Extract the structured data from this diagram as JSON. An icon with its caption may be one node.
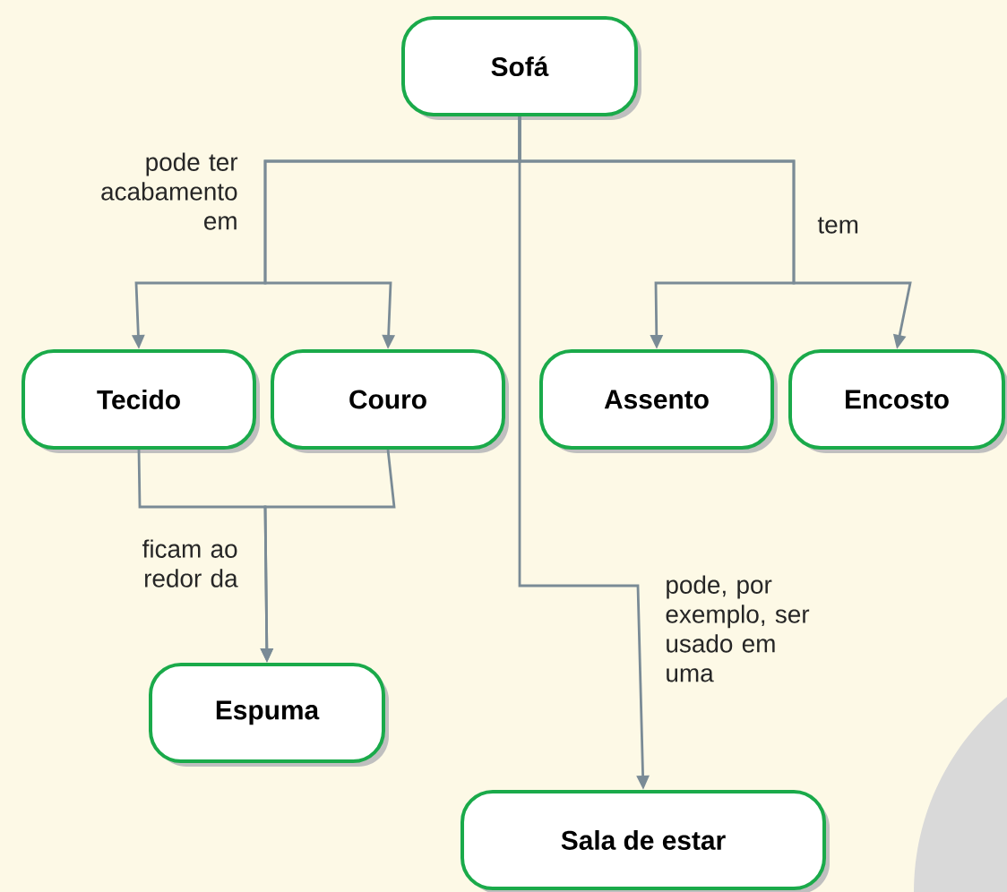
{
  "diagram": {
    "nodes": [
      {
        "text": [
          "Sofá"
        ]
      },
      {
        "text": [
          "Tecido"
        ]
      },
      {
        "text": [
          "Couro"
        ]
      },
      {
        "text": [
          "Assento"
        ]
      },
      {
        "text": [
          "Encosto"
        ]
      },
      {
        "text": [
          "Espuma"
        ]
      },
      {
        "text": [
          "Sala de estar"
        ]
      }
    ],
    "edges": [
      {
        "from": 0,
        "to": 1,
        "arrow": "to",
        "label": "pode ter acabamento em"
      },
      {
        "from": 0,
        "to": 2,
        "arrow": "to"
      },
      {
        "from": 0,
        "to": 3,
        "arrow": "to",
        "label": "tem"
      },
      {
        "from": 0,
        "to": 4,
        "arrow": "to"
      },
      {
        "from": 1,
        "to": 5,
        "arrow": "to",
        "label": "ficam ao redor da"
      },
      {
        "from": 2,
        "to": 5,
        "arrow": "to"
      },
      {
        "from": 0,
        "to": 6,
        "arrow": "to",
        "label": "pode, por exemplo, ser usado em uma"
      }
    ]
  }
}
